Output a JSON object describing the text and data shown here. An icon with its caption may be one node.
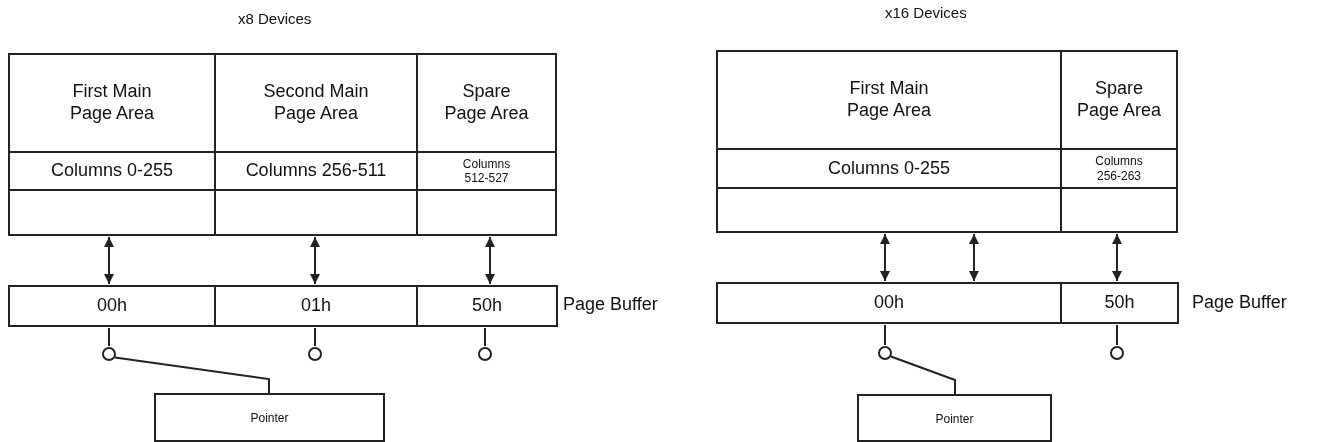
{
  "diagram": {
    "nodes": [
      {
        "text": [
          "First Main Page Area",
          "Columns 0-255"
        ]
      },
      {
        "text": [
          "Second Main Page Area",
          "Columns 256-511"
        ]
      },
      {
        "text": [
          "Spare Page Area",
          "Columns 512-527"
        ]
      },
      {
        "text": [
          "00h"
        ]
      },
      {
        "text": [
          "01h"
        ]
      },
      {
        "text": [
          "50h"
        ]
      },
      {
        "text": [],
        "shape": "circle"
      },
      {
        "text": [],
        "shape": "circle"
      },
      {
        "text": [],
        "shape": "circle"
      },
      {
        "text": [
          "Pointer"
        ]
      },
      {
        "text": [
          "First Main Page Area",
          "Columns 0-255"
        ]
      },
      {
        "text": [
          "Spare Page Area",
          "Columns 256-263"
        ]
      },
      {
        "text": [
          "00h"
        ]
      },
      {
        "text": [
          "50h"
        ]
      },
      {
        "text": [],
        "shape": "circle"
      },
      {
        "text": [],
        "shape": "circle"
      },
      {
        "text": [
          "Pointer"
        ]
      }
    ],
    "edges": [
      {
        "from": 0,
        "to": 3,
        "arrow": "both"
      },
      {
        "from": 1,
        "to": 4,
        "arrow": "both"
      },
      {
        "from": 2,
        "to": 5,
        "arrow": "both"
      },
      {
        "from": 3,
        "to": 6,
        "arrow": "none"
      },
      {
        "from": 4,
        "to": 7,
        "arrow": "none"
      },
      {
        "from": 5,
        "to": 8,
        "arrow": "none"
      },
      {
        "from": 6,
        "to": 9,
        "arrow": "none"
      },
      {
        "from": 10,
        "to": 12,
        "arrow": "both"
      },
      {
        "from": 10,
        "to": 12,
        "arrow": "both"
      },
      {
        "from": 11,
        "to": 13,
        "arrow": "both"
      },
      {
        "from": 12,
        "to": 14,
        "arrow": "none"
      },
      {
        "from": 13,
        "to": 15,
        "arrow": "none"
      },
      {
        "from": 14,
        "to": 16,
        "arrow": "none"
      }
    ],
    "labels": [
      "x8 Devices",
      "Page Buffer",
      "x16 Devices",
      "Page Buffer"
    ]
  }
}
